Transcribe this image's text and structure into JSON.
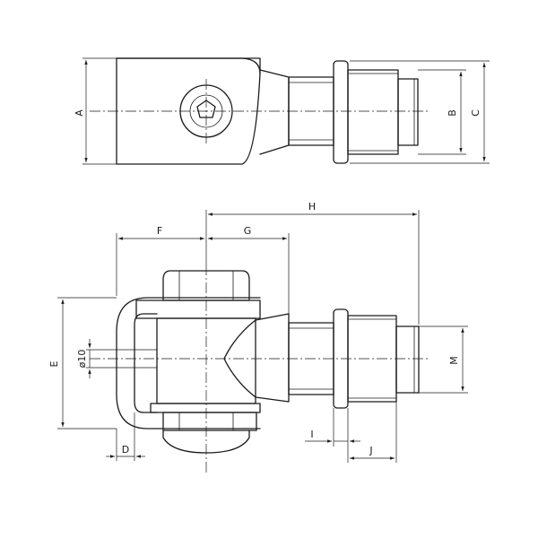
{
  "dimensions": {
    "a": "A",
    "b": "B",
    "c": "C",
    "d": "D",
    "e": "E",
    "f": "F",
    "g": "G",
    "h": "H",
    "i": "I",
    "j": "J",
    "m": "M",
    "hole": "ø10"
  },
  "colors": {
    "line": "#1a1a1a",
    "background": "#ffffff"
  }
}
